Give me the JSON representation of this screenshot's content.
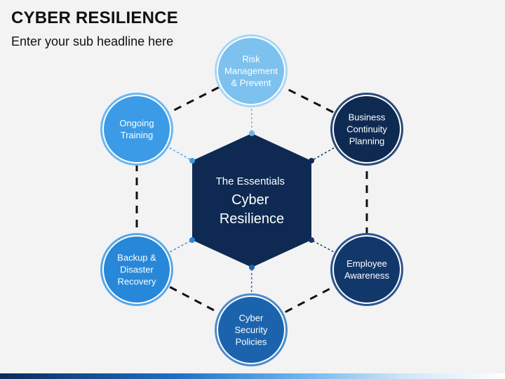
{
  "header": {
    "title": "CYBER RESILIENCE",
    "subtitle": "Enter your sub headline here"
  },
  "center": {
    "lines": [
      "The Essentials",
      "Cyber",
      "Resilience"
    ],
    "color": "#0e2a52"
  },
  "nodes": [
    {
      "key": "risk",
      "lines": [
        "Risk",
        "Management",
        "& Prevent"
      ],
      "fill": "#7dc1ee",
      "ring": "#a9d7f5",
      "dot": "#6ab3ea"
    },
    {
      "key": "business",
      "lines": [
        "Business",
        "Continuity",
        "Planning"
      ],
      "fill": "#0e2a52",
      "ring": "#2a4a78",
      "dot": "#0e2a52"
    },
    {
      "key": "employee",
      "lines": [
        "Employee",
        "Awareness"
      ],
      "fill": "#12386b",
      "ring": "#2d5590",
      "dot": "#12386b"
    },
    {
      "key": "policies",
      "lines": [
        "Cyber",
        "Security",
        "Policies"
      ],
      "fill": "#1c63ad",
      "ring": "#4c8ccc",
      "dot": "#1c63ad"
    },
    {
      "key": "backup",
      "lines": [
        "Backup &",
        "Disaster",
        "Recovery"
      ],
      "fill": "#2787d8",
      "ring": "#5aa8e6",
      "dot": "#2787d8"
    },
    {
      "key": "training",
      "lines": [
        "Ongoing",
        "Training"
      ],
      "fill": "#3b9be6",
      "ring": "#6cb7ee",
      "dot": "#3b9be6"
    }
  ],
  "colors": {
    "dash": "#111111",
    "background": "#f3f3f3"
  }
}
